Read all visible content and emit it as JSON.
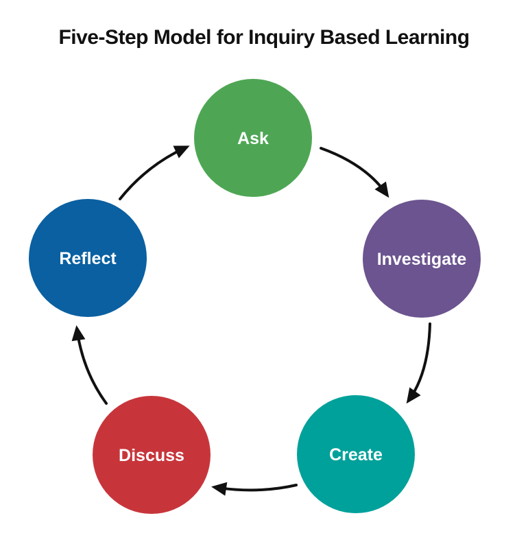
{
  "title": "Five-Step Model for Inquiry Based Learning",
  "steps": [
    {
      "label": "Ask",
      "color": "#4ea654"
    },
    {
      "label": "Investigate",
      "color": "#6b548f"
    },
    {
      "label": "Create",
      "color": "#00a19a"
    },
    {
      "label": "Discuss",
      "color": "#c7353b"
    },
    {
      "label": "Reflect",
      "color": "#0a60a1"
    }
  ],
  "arrow_color": "#111111"
}
